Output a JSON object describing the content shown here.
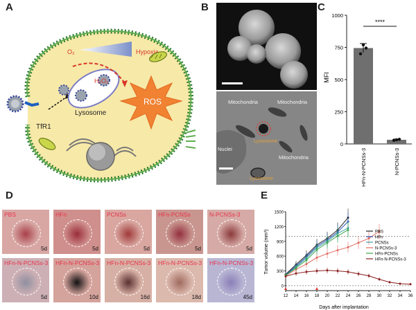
{
  "panels": {
    "a": "A",
    "b": "B",
    "c": "C",
    "d": "D",
    "e": "E"
  },
  "panel_a": {
    "o2": "O₂",
    "hypoxia": "Hypoxia",
    "h2o2": "H₂O₂",
    "ros": "ROS",
    "tfr1": "TfR1",
    "lysosome": "Lysosome",
    "colors": {
      "cell": "#f7e9a8",
      "membrane": "#3d8a3a",
      "ros": "#f08232",
      "hypoxia_text": "#d8352a"
    }
  },
  "panel_b": {
    "mito1": "Mitochondria",
    "mito2": "Mitochondria",
    "mito3": "Mitochondria",
    "nuclei": "Nuclei",
    "lysosome1": "Lysosome",
    "lysosome2": "Lysosome"
  },
  "panel_d": {
    "photos": [
      {
        "label": "PBS",
        "day": "5d"
      },
      {
        "label": "HFn",
        "day": "5d"
      },
      {
        "label": "PCNSs",
        "day": "5d"
      },
      {
        "label": "HFn-PCNSs",
        "day": "5d"
      },
      {
        "label": "N-PCNSs-3",
        "day": "5d"
      },
      {
        "label": "HFn-N-PCNSs-3",
        "day": "5d"
      },
      {
        "label": "HFn-N-PCNSs-3",
        "day": "10d"
      },
      {
        "label": "HFn-N-PCNSs-3",
        "day": "16d"
      },
      {
        "label": "HFn-N-PCNSs-3",
        "day": "18d"
      },
      {
        "label": "HFn-N-PCNSs-3",
        "day": "45d"
      }
    ]
  },
  "chart_data": [
    {
      "type": "bar",
      "panel": "C",
      "categories": [
        "HFn-N-PCNSs-3",
        "N-PCNSs-3"
      ],
      "values": [
        745,
        32
      ],
      "errors": [
        35,
        6
      ],
      "points": [
        [
          700,
          770,
          745
        ],
        [
          28,
          32,
          36
        ]
      ],
      "ylabel": "MFI",
      "ylim": [
        0,
        1000
      ],
      "yticks": [
        0,
        250,
        500,
        750,
        1000
      ],
      "significance": "****",
      "colors": {
        "bar": "#6f6f6f"
      }
    },
    {
      "type": "line",
      "panel": "E",
      "xlabel": "Days after implantation",
      "ylabel": "Tumor volume (mm³)",
      "xlim": [
        12,
        36
      ],
      "ylim": [
        -100,
        1500
      ],
      "xticks": [
        12,
        14,
        16,
        18,
        20,
        22,
        24,
        26,
        28,
        30,
        32,
        34,
        36
      ],
      "yticks": [
        0,
        300,
        600,
        900,
        1200,
        1500
      ],
      "dashed_lines": [
        1000,
        0
      ],
      "series": [
        {
          "name": "PBS",
          "color": "#222222",
          "x": [
            12,
            14,
            16,
            18,
            20,
            22,
            24
          ],
          "values": [
            230,
            430,
            620,
            830,
            960,
            1130,
            1380
          ]
        },
        {
          "name": "HFn",
          "color": "#2a4fb5",
          "x": [
            12,
            14,
            16,
            18,
            20,
            22,
            24
          ],
          "values": [
            220,
            400,
            590,
            800,
            930,
            1090,
            1300
          ]
        },
        {
          "name": "PCNSs",
          "color": "#3aa0a0",
          "x": [
            12,
            14,
            16,
            18,
            20,
            22,
            24
          ],
          "values": [
            210,
            380,
            560,
            770,
            900,
            1060,
            1170
          ]
        },
        {
          "name": "N-PCNSs-3",
          "color": "#e06a60",
          "x": [
            12,
            14,
            16,
            18,
            20,
            22,
            24,
            26,
            28,
            30
          ],
          "values": [
            200,
            330,
            440,
            570,
            650,
            720,
            780,
            870,
            960,
            1100
          ]
        },
        {
          "name": "HFn-PCNSs",
          "color": "#39a64a",
          "x": [
            12,
            14,
            16,
            18,
            20,
            22,
            24
          ],
          "values": [
            210,
            360,
            520,
            730,
            870,
            1010,
            1130
          ]
        },
        {
          "name": "HFn-N-PCNSs-3",
          "color": "#8a1c1c",
          "x": [
            12,
            14,
            16,
            18,
            20,
            22,
            24,
            26,
            28,
            30,
            32,
            34,
            36
          ],
          "values": [
            190,
            250,
            280,
            300,
            310,
            300,
            280,
            240,
            200,
            130,
            70,
            40,
            30
          ]
        }
      ]
    }
  ]
}
